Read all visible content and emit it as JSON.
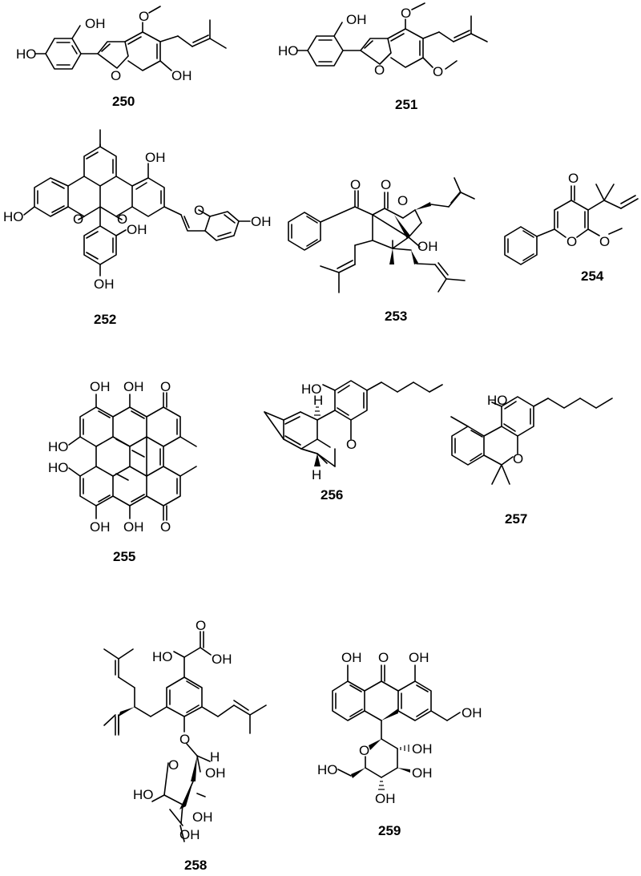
{
  "figure": {
    "compounds": [
      {
        "id": "250",
        "label": "250",
        "substituents": [
          "OH",
          "HO",
          "O",
          "OH"
        ]
      },
      {
        "id": "251",
        "label": "251",
        "substituents": [
          "OH",
          "HO",
          "O",
          "O"
        ]
      },
      {
        "id": "252",
        "label": "252",
        "substituents": [
          "OH",
          "HO",
          "O",
          "O",
          "OH",
          "OH",
          "O",
          "OH"
        ]
      },
      {
        "id": "253",
        "label": "253",
        "substituents": [
          "O",
          "O",
          "O",
          "OH"
        ]
      },
      {
        "id": "254",
        "label": "254",
        "substituents": [
          "O",
          "O",
          "O"
        ]
      },
      {
        "id": "255",
        "label": "255",
        "substituents": [
          "OH",
          "OH",
          "O",
          "HO",
          "HO",
          "OH",
          "OH",
          "O"
        ]
      },
      {
        "id": "256",
        "label": "256",
        "substituents": [
          "HO",
          "H",
          "O",
          "H"
        ]
      },
      {
        "id": "257",
        "label": "257",
        "substituents": [
          "HO",
          "O"
        ]
      },
      {
        "id": "258",
        "label": "258",
        "substituents": [
          "HO",
          "O",
          "OH",
          "O",
          "O",
          "H",
          "OH",
          "HO",
          "OH",
          "OH"
        ]
      },
      {
        "id": "259",
        "label": "259",
        "substituents": [
          "OH",
          "O",
          "OH",
          "OH",
          "O",
          "OH",
          "HO",
          "OH",
          "OH"
        ]
      }
    ]
  }
}
